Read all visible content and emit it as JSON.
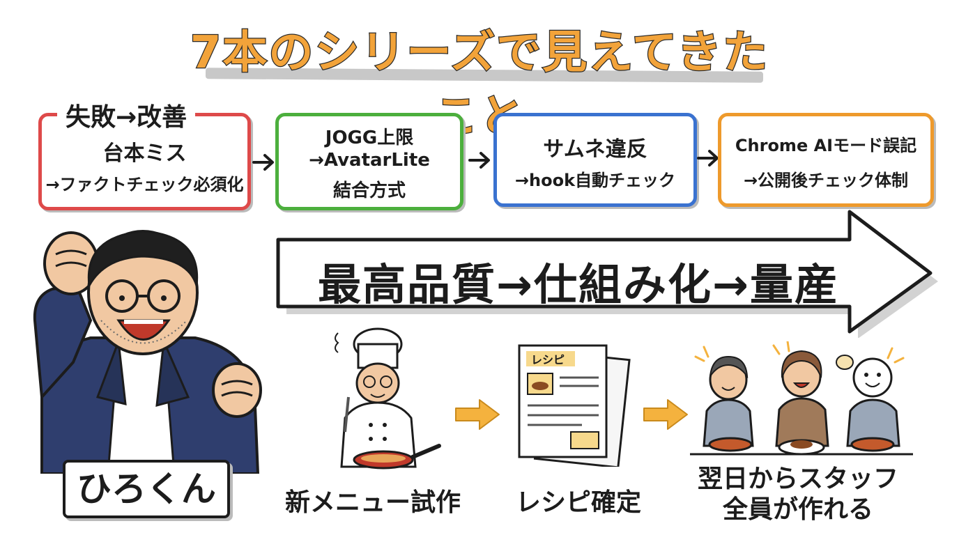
{
  "title": "7本のシリーズで見えてきたこと",
  "lessons": [
    {
      "head": "失敗→改善",
      "lines": [
        "台本ミス",
        "→ファクトチェック必須化"
      ],
      "color": "#de4a4a"
    },
    {
      "lines": [
        "JOGG上限",
        "→AvatarLite",
        "結合方式"
      ],
      "color": "#4caf3d"
    },
    {
      "lines": [
        "サムネ違反",
        "→hook自動チェック"
      ],
      "color": "#3a72d0"
    },
    {
      "lines": [
        "Chrome AIモード誤記",
        "→公開後チェック体制"
      ],
      "color": "#ee9a2c"
    }
  ],
  "flow_text": "最高品質→仕組み化→量産",
  "person": {
    "name": "ひろくん"
  },
  "steps": [
    {
      "caption": "新メニュー試作"
    },
    {
      "caption": "レシピ確定",
      "paper_label": "レシピ"
    },
    {
      "caption_lines": [
        "翌日からスタッフ",
        "全員が作れる"
      ]
    }
  ],
  "icons": {
    "small_arrow": "arrow-right-icon",
    "step_arrow": "yellow-arrow-icon",
    "big_arrow": "big-arrow-icon"
  },
  "colors": {
    "title": "#f2a33a",
    "step_arrow": "#f4b23e",
    "red": "#de4a4a",
    "green": "#4caf3d",
    "blue": "#3a72d0",
    "orange": "#ee9a2c"
  }
}
